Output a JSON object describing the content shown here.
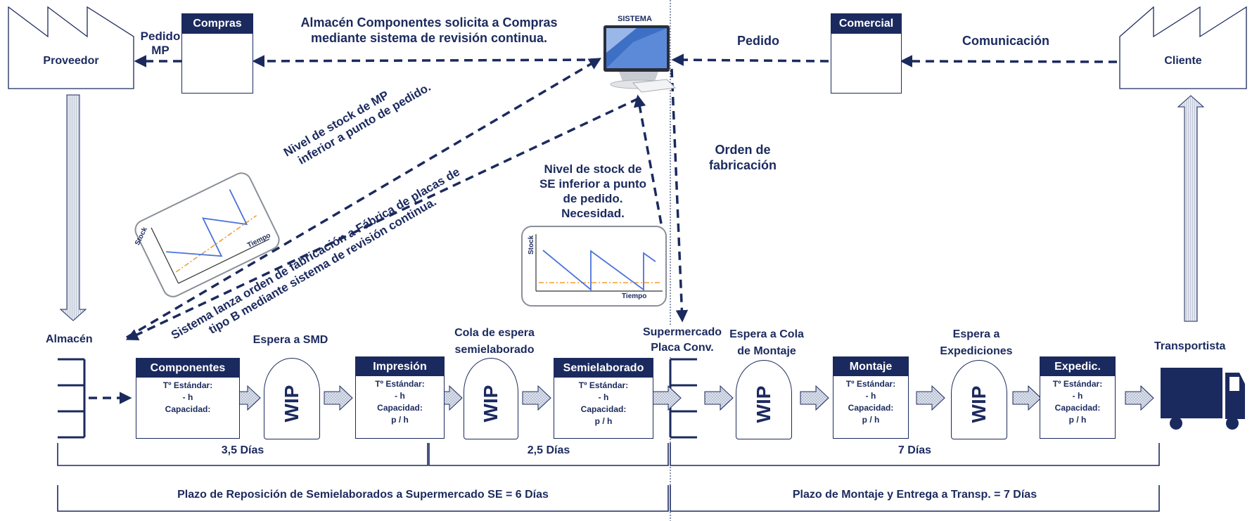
{
  "entities": {
    "proveedor": "Proveedor",
    "cliente": "Cliente",
    "compras": "Compras",
    "comercial": "Comercial",
    "sistema": "SISTEMA",
    "almacen": "Almacén",
    "transportista": "Transportista",
    "supermercado": [
      "Supermercado",
      "Placa Conv."
    ]
  },
  "info_flow": {
    "pedido_mp": [
      "Pedido",
      "MP"
    ],
    "almacen_solicita": [
      "Almacén Componentes solicita a Compras",
      "mediante sistema de revisión continua."
    ],
    "pedido": "Pedido",
    "comunicacion": "Comunicación",
    "orden_fabricacion": [
      "Orden de",
      "fabricación"
    ],
    "nivel_mp": [
      "Nivel de stock de MP",
      "inferior a punto de pedido."
    ],
    "sistema_lanza": [
      "Sistema lanza orden de fabricación a Fábrica de placas de",
      "tipo B mediante sistema de revisión continua."
    ],
    "nivel_se": [
      "Nivel de stock de",
      "SE inferior a punto",
      "de pedido.",
      "Necesidad."
    ]
  },
  "stock_charts": {
    "ylabel": "Stock",
    "xlabel": "Tiempo"
  },
  "processes": [
    {
      "name": "Componentes",
      "lines": [
        "Tº Estándar:",
        "- h",
        "Capacidad:"
      ]
    },
    {
      "name": "Impresión",
      "lines": [
        "Tº Estándar:",
        "- h",
        "Capacidad:",
        "p / h"
      ]
    },
    {
      "name": "Semielaborado",
      "lines": [
        "Tº Estándar:",
        "- h",
        "Capacidad:",
        "p / h"
      ]
    },
    {
      "name": "Montaje",
      "lines": [
        "Tº Estándar:",
        "- h",
        "Capacidad:",
        "p / h"
      ]
    },
    {
      "name": "Expedic.",
      "lines": [
        "Tº Estándar:",
        "- h",
        "Capacidad:",
        "p / h"
      ]
    }
  ],
  "waits": [
    {
      "label": [
        "Espera a SMD"
      ],
      "wip": "WIP"
    },
    {
      "label": [
        "Cola de espera",
        "semielaborado"
      ],
      "wip": "WIP"
    },
    {
      "label": [
        "Espera a Cola",
        "de Montaje"
      ],
      "wip": "WIP"
    },
    {
      "label": [
        "Espera a",
        "Expediciones"
      ],
      "wip": "WIP"
    }
  ],
  "timeline": {
    "segments": [
      "3,5 Días",
      "2,5 Días",
      "7 Días"
    ],
    "totals": [
      "Plazo de Reposición de Semielaborados a Supermercado SE = 6 Días",
      "Plazo de Montaje y Entrega a Transp. = 7 Días"
    ]
  },
  "colors": {
    "navy": "#1b2a5e",
    "chart_line": "#4a72d9",
    "chart_threshold": "#f0a030",
    "push_arrow": "#d8dde8"
  }
}
